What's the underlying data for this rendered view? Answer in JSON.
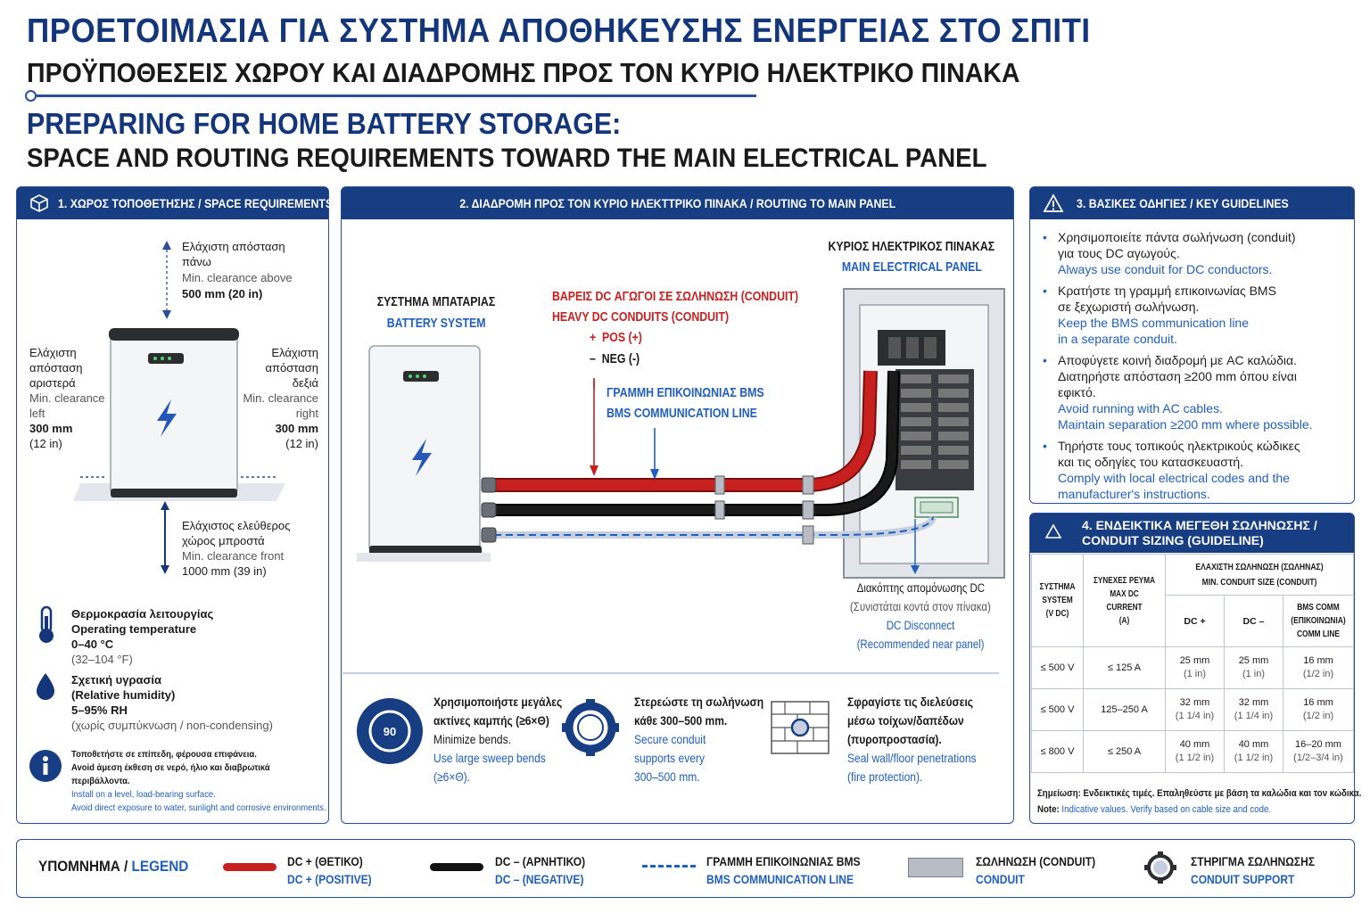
{
  "titles": {
    "gr_main": "ΠΡΟΕΤΟΙΜΑΣΙΑ ΓΙΑ ΣΥΣΤΗΜΑ ΑΠΟΘΗΚΕΥΣΗΣ ΕΝΕΡΓΕΙΑΣ ΣΤΟ ΣΠΙΤΙ",
    "gr_sub": "ΠΡΟΫΠΟΘΕΣΕΙΣ ΧΩΡΟΥ ΚΑΙ ΔΙΑΔΡΟΜΗΣ ΠΡΟΣ ΤΟΝ ΚΥΡΙΟ ΗΛΕΚΤΡΙΚΟ ΠΙΝΑΚΑ",
    "en_main": "PREPARING FOR HOME BATTERY STORAGE:",
    "en_sub": "SPACE AND ROUTING REQUIREMENTS TOWARD THE MAIN ELECTRICAL PANEL"
  },
  "panel1": {
    "header": "1. ΧΩΡΟΣ ΤΟΠΟΘΕΤΗΣΗΣ / SPACE REQUIREMENTS",
    "above": {
      "gr1": "Ελάχιστη απόσταση",
      "gr2": "πάνω",
      "en": "Min. clearance above",
      "val": "500 mm (20 in)"
    },
    "left": {
      "gr1": "Ελάχιστη",
      "gr2": "απόσταση",
      "gr3": "αριστερά",
      "en1": "Min. clearance",
      "en2": "left",
      "val1": "300 mm",
      "val2": "(12 in)"
    },
    "right": {
      "gr1": "Ελάχιστη",
      "gr2": "απόσταση",
      "gr3": "δεξιά",
      "en1": "Min. clearance",
      "en2": "right",
      "val1": "300 mm",
      "val2": "(12 in)"
    },
    "front": {
      "gr1": "Ελάχιστος ελεύθερος",
      "gr2": "χώρος μπροστά",
      "en": "Min. clearance front",
      "val": "1000 mm (39 in)"
    },
    "temp": {
      "gr": "Θερμοκρασία λειτουργίας",
      "en": "Operating temperature",
      "val": "0–40 °C",
      "val2": "(32–104 °F)"
    },
    "humidity": {
      "gr": "Σχετική υγρασία",
      "en": "(Relative humidity)",
      "val": "5–95% RH",
      "note": "(χωρίς συμπύκνωση / non-condensing)"
    },
    "info": {
      "gr1": "Τοποθετήστε σε επίπεδη, φέρουσα επιφάνεια.",
      "gr2": "Avoid άμεση έκθεση σε νερό, ήλιο και διαβρωτικά",
      "gr3": "περιβάλλοντα.",
      "en1": "Install on a level, load-bearing surface.",
      "en2": "Avoid direct exposure to water, sunlight and corrosive environments."
    }
  },
  "panel2": {
    "header": "2. ΔΙΑΔΡΟΜΗ ΠΡΟΣ ΤΟΝ ΚΥΡΙΟ ΗΛΕΚΤΤΡΙΚΟ ΠΙΝΑΚΑ / ROUTING TO MAIN PANEL",
    "battery_gr": "ΣΥΣΤΗΜΑ ΜΠΑΤΑΡΙΑΣ",
    "battery_en": "BATTERY SYSTEM",
    "panel_gr": "ΚΥΡΙΟΣ ΗΛΕΚΤΡΙΚΟΣ ΠΙΝΑΚΑΣ",
    "panel_en": "MAIN ELECTRICAL PANEL",
    "dc_gr": "ΒΑΡΕΙΣ DC ΑΓΩΓΟΙ ΣΕ ΣΩΛΗΝΩΣΗ (CONDUIT)",
    "dc_en": "HEAVY DC CONDUITS (CONDUIT)",
    "pos": "POS (+)",
    "neg": "NEG (-)",
    "bms_gr": "ΓΡΑΜΜΗ ΕΠΙΚΟΙΝΩΝΙΑΣ BMS",
    "bms_en": "BMS COMMUNICATION LINE",
    "disc_gr1": "Διακόπτης απομόνωσης DC",
    "disc_gr2": "(Συνιστάται κοντά στον πίνακα)",
    "disc_en1": "DC Disconnect",
    "disc_en2": "(Recommended near panel)",
    "tip1": {
      "gr1": "Χρησιμοποιήστε μεγάλες",
      "gr2": "ακτίνες καμπής (≥6×Θ)",
      "gr3": "Minimize bends.",
      "en1": "Use large sweep bends",
      "en2": "(≥6×Θ)."
    },
    "tip2": {
      "gr1": "Στερεώστε τη σωλήνωση",
      "gr2": "κάθε 300–500 mm.",
      "en1": "Secure conduit",
      "en2": "supports every",
      "en3": "300–500 mm."
    },
    "tip3": {
      "gr1": "Σφραγίστε τις διελεύσεις",
      "gr2": "μέσω τοίχων/δαπέδων",
      "gr3": "(πυροπροστασία).",
      "en1": "Seal wall/floor penetrations",
      "en2": "(fire protection)."
    }
  },
  "panel3": {
    "header": "3. ΒΑΣΙΚΕΣ ΟΔΗΓΙΕΣ / KEY GUIDELINES",
    "b1": {
      "gr1": "Χρησιμοποιείτε πάντα σωλήνωση (conduit)",
      "gr2": "για τους DC αγωγούς.",
      "en1": "Always use conduit for DC conductors."
    },
    "b2": {
      "gr1": "Κρατήστε τη γραμμή επικοινωνίας BMS",
      "gr2": "σε ξεχωριστή σωλήνωση.",
      "en1": "Keep the BMS communication line",
      "en2": "in a separate conduit."
    },
    "b3": {
      "gr1": "Αποφύγετε κοινή διαδρομή με AC καλώδια.",
      "gr2": "Διατηρήστε απόσταση ≥200 mm όπου είναι",
      "gr3": "εφικτό.",
      "en1": "Avoid running with AC cables.",
      "en2": "Maintain separation ≥200 mm where possible."
    },
    "b4": {
      "gr1": "Τηρήστε τους τοπικούς ηλεκτρικούς κώδικες",
      "gr2": "και τις οδηγίες του κατασκευαστή.",
      "en1": "Comply with local electrical codes and the",
      "en2": "manufacturer's instructions."
    }
  },
  "panel4": {
    "header1": "4. ΕΝΔΕΙΚΤΙΚΑ ΜΕΓΕΘΗ ΣΩΛΗΝΩΣΗΣ /",
    "header2": "CONDUIT SIZING (GUIDELINE)",
    "col_system": [
      "ΣΥΣΤΗΜΑ",
      "SYSTEM",
      "(V DC)"
    ],
    "col_current": [
      "ΣΥΝΕΧΕΣ ΡΕΥΜΑ",
      "MAX DC CURRENT",
      "(A)"
    ],
    "col_min": [
      "ΕΛΑΧΙΣΤΗ ΣΩΛΗΝΩΣΗ (ΣΩΛΗΝΑΣ)",
      "MIN. CONDUIT SIZE (CONDUIT)"
    ],
    "col_dcp": "DC +",
    "col_dcn": "DC –",
    "col_bms": [
      "BMS COMM",
      "(ΕΠΙΚΟΙΝΩΝΙΑ)",
      "COMM LINE"
    ],
    "rows": [
      {
        "sys": "≤ 500 V",
        "cur": "≤ 125 A",
        "dcp1": "25 mm",
        "dcp2": "(1 in)",
        "dcn1": "25 mm",
        "dcn2": "(1 in)",
        "bms1": "16 mm",
        "bms2": "(1/2 in)"
      },
      {
        "sys": "≤ 500 V",
        "cur": "125–250 A",
        "dcp1": "32 mm",
        "dcp2": "(1 1/4 in)",
        "dcn1": "32 mm",
        "dcn2": "(1 1/4 in)",
        "bms1": "16 mm",
        "bms2": "(1/2 in)"
      },
      {
        "sys": "≤ 800 V",
        "cur": "≤ 250 A",
        "dcp1": "40 mm",
        "dcp2": "(1 1/2 in)",
        "dcn1": "40 mm",
        "dcn2": "(1 1/2 in)",
        "bms1": "16–20 mm",
        "bms2": "(1/2–3/4 in)"
      }
    ],
    "note_gr": "Σημείωση: Ενδεικτικές τιμές. Επαληθεύστε με βάση τα καλώδια και τον κώδικα.",
    "note_label": "Note:",
    "note_en": "Indicative values. Verify based on cable size and code."
  },
  "legend": {
    "title_gr": "ΥΠΟΜΝΗΜΑ / ",
    "title_en": "LEGEND",
    "dcp_gr": "DC + (ΘΕΤΙΚΟ)",
    "dcp_en": "DC + (POSITIVE)",
    "dcn_gr": "DC – (ΑΡΝΗΤΙΚΟ)",
    "dcn_en": "DC – (NEGATIVE)",
    "bms_gr": "ΓΡΑΜΜΗ ΕΠΙΚΟΙΝΩΝΙΑΣ BMS",
    "bms_en": "BMS COMMUNICATION LINE",
    "cond_gr": "ΣΩΛΗΝΩΣΗ (CONDUIT)",
    "cond_en": "CONDUIT",
    "sup_gr": "ΣΤΗΡΙΓΜΑ ΣΩΛΗΝΩΣΗΣ",
    "sup_en": "CONDUIT SUPPORT"
  },
  "colors": {
    "navy": "#173d82",
    "blue": "#1f5fbf",
    "red": "#c8201f",
    "black": "#111111"
  },
  "icons": [
    "box-icon",
    "warning-icon",
    "recycle-icon",
    "thermometer-icon",
    "droplet-icon",
    "info-icon",
    "bolt-icon",
    "bend-icon",
    "support-icon",
    "wall-penetration-icon"
  ]
}
